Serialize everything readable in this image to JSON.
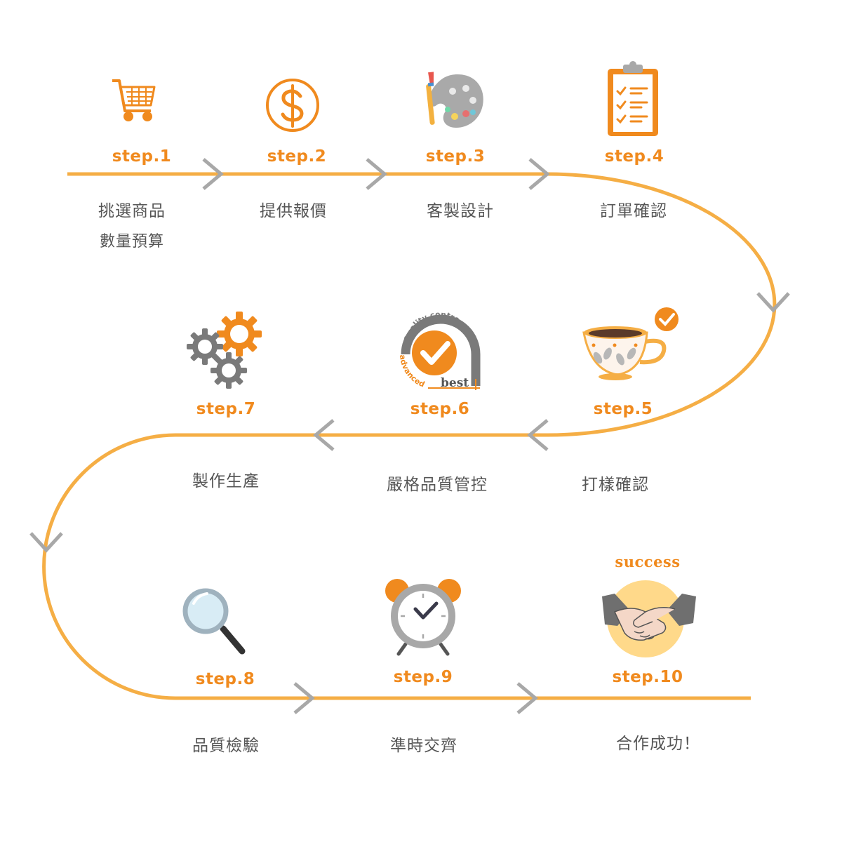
{
  "colors": {
    "path": "#F5AE45",
    "accent": "#F08A1E",
    "arrow": "#A8A8A8",
    "text": "#555555",
    "icon_gray": "#7A7A7A"
  },
  "steps": [
    {
      "label": "step.1",
      "desc": "挑選商品",
      "sub": "數量預算",
      "icon": "shopping-cart-icon"
    },
    {
      "label": "step.2",
      "desc": "提供報價",
      "icon": "dollar-coin-icon"
    },
    {
      "label": "step.3",
      "desc": "客製設計",
      "icon": "paint-palette-icon"
    },
    {
      "label": "step.4",
      "desc": "訂單確認",
      "icon": "clipboard-checklist-icon"
    },
    {
      "label": "step.5",
      "desc": "打樣確認",
      "icon": "teacup-check-icon"
    },
    {
      "label": "step.6",
      "desc": "嚴格品質管控",
      "icon": "quality-control-badge-icon"
    },
    {
      "label": "step.7",
      "desc": "製作生產",
      "icon": "gears-icon"
    },
    {
      "label": "step.8",
      "desc": "品質檢驗",
      "icon": "magnifying-glass-icon"
    },
    {
      "label": "step.9",
      "desc": "準時交齊",
      "icon": "alarm-clock-icon"
    },
    {
      "label": "step.10",
      "desc": "合作成功！",
      "icon": "handshake-icon"
    }
  ],
  "badge": {
    "top_text": "Quality control",
    "bottom_text": "advanced",
    "inner_text": "best"
  },
  "success_label": "success"
}
